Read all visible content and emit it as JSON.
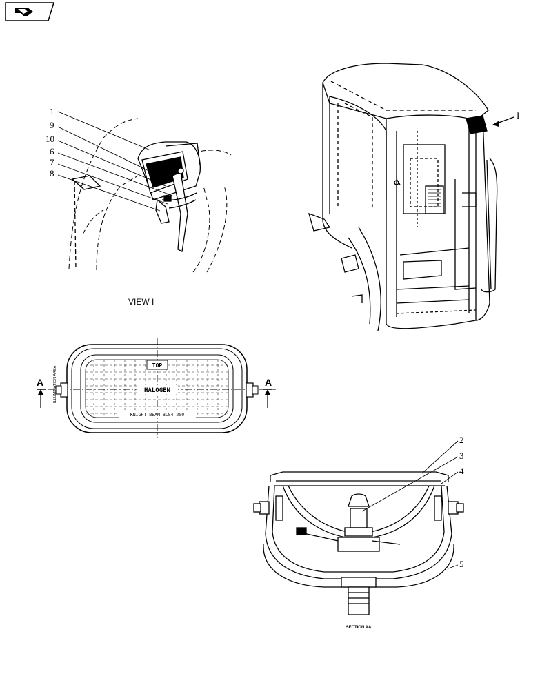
{
  "nav": {
    "icon": "arrow-return-icon"
  },
  "view_label": "VIEW I",
  "view_marker": "I",
  "section_marker": "A",
  "lamp_text": {
    "top": "TOP",
    "halogen": "HALOGEN",
    "brand": "KNIGHT  BEAM  BL84-200",
    "illumination": "ILLUMINATION AREA"
  },
  "section_caption": "SECTION AA",
  "view_callouts": [
    "1",
    "9",
    "10",
    "6",
    "7",
    "8"
  ],
  "section_callouts": [
    "2",
    "3",
    "4",
    "5"
  ]
}
